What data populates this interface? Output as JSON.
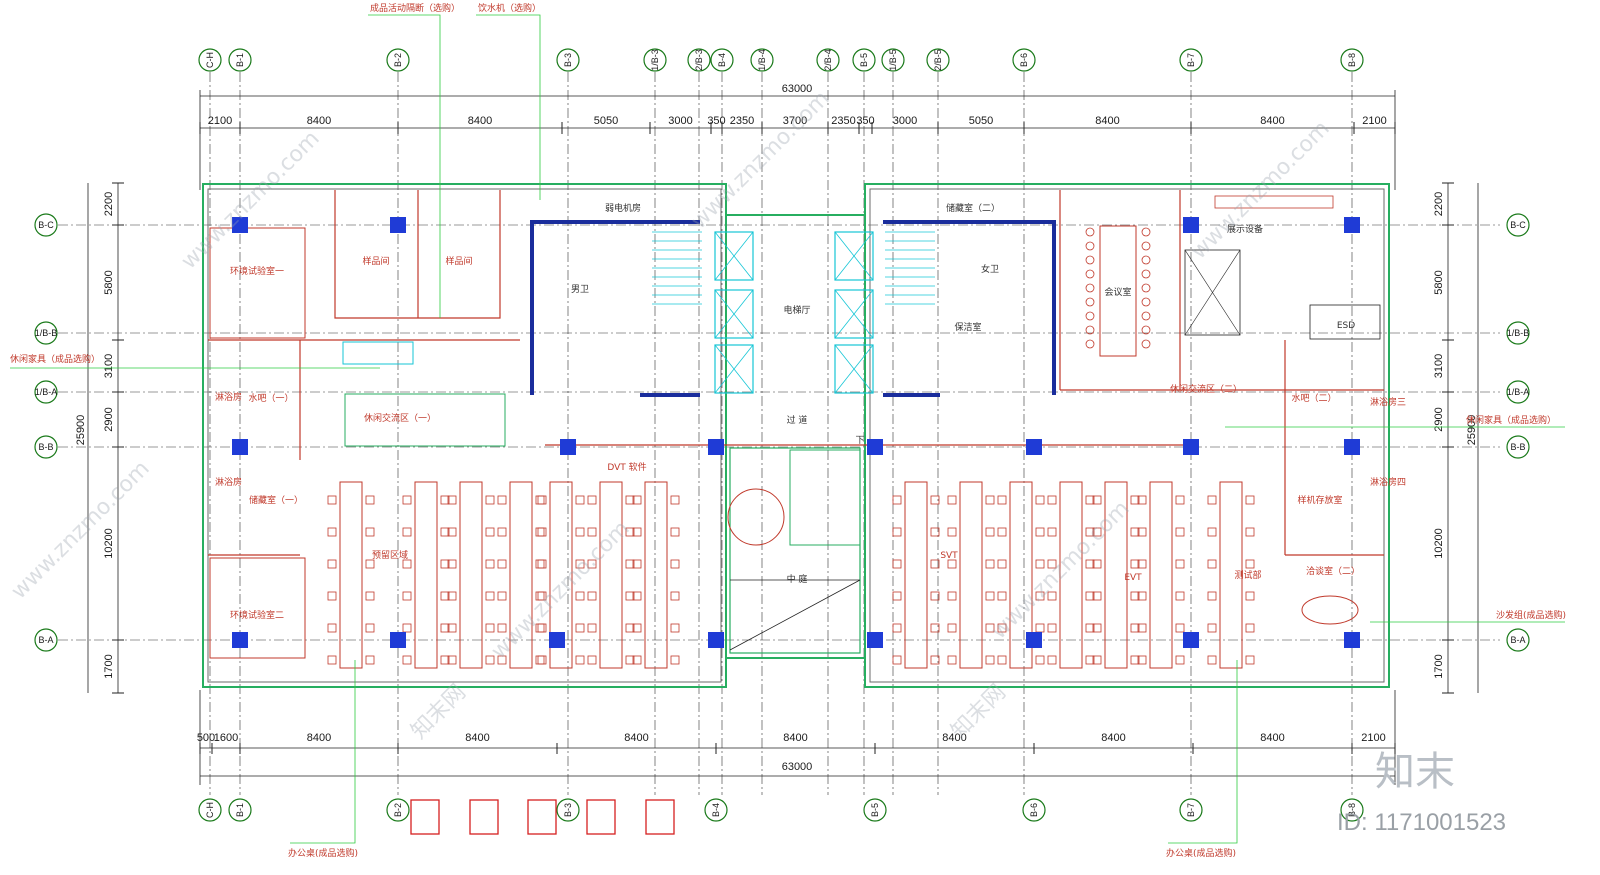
{
  "dims": {
    "total_top": "63000",
    "total_bottom": "63000",
    "total_left": "25900",
    "total_right": "25900",
    "top": [
      "2100",
      "8400",
      "8400",
      "5050",
      "3000",
      "350",
      "2350",
      "3700",
      "2350",
      "350",
      "3000",
      "5050",
      "8400",
      "8400",
      "2100"
    ],
    "bottom": [
      "500",
      "1600",
      "8400",
      "8400",
      "8400",
      "8400",
      "8400",
      "8400",
      "8400",
      "2100"
    ],
    "left": [
      "2200",
      "5800",
      "3100",
      "2900",
      "10200",
      "1700"
    ],
    "right": [
      "2200",
      "5800",
      "3100",
      "2900",
      "10200",
      "1700"
    ]
  },
  "axes": {
    "top": [
      "C-H",
      "B-1",
      "B-2",
      "B-3",
      "1/B-3",
      "2/B-3",
      "B-4",
      "1/B-4",
      "2/B-4",
      "B-5",
      "1/B-5",
      "2/B-5",
      "B-6",
      "B-7",
      "B-8"
    ],
    "bottom": [
      "C-H",
      "B-1",
      "B-2",
      "B-3",
      "B-4",
      "B-5",
      "B-6",
      "B-7",
      "B-8"
    ],
    "left": [
      "B-C",
      "1/B-B",
      "1/B-A",
      "B-B",
      "B-A"
    ],
    "right": [
      "B-C",
      "1/B-B",
      "1/B-A",
      "B-B",
      "B-A"
    ]
  },
  "rooms": {
    "env_test_1": "环境试验室一",
    "sample_1": "样品间",
    "sample_2": "样品间",
    "power_room": "弱电机房",
    "storage_2": "储藏室（二）",
    "male_wc": "男卫",
    "female_wc": "女卫",
    "cleaning": "保洁室",
    "elevator_hall": "电梯厅",
    "meeting": "会议室",
    "display": "展示设备",
    "water_bar_1": "水吧（一）",
    "water_bar_2": "水吧（二）",
    "leisure_1": "休闲交流区（一）",
    "leisure_2": "休闲交流区（二）",
    "corridor": "过 道",
    "shower_1": "淋浴房",
    "shower_2": "淋浴房",
    "shower_3": "淋浴房三",
    "shower_4": "淋浴房四",
    "storage_1": "储藏室（一）",
    "dvt": "DVT\n软件",
    "finance": "预留区域",
    "courtyard": "中 庭",
    "svt": "SVT",
    "evt": "EVT",
    "test_dept": "测试部",
    "sample_storage": "样机存放室",
    "negotiation_2": "洽谈室（二）",
    "env_test_2": "环境试验室二",
    "esd": "ESD",
    "down": "下"
  },
  "notes": {
    "partition": "成品活动隔断（选购）",
    "water_dispenser": "饮水机（选购）",
    "leisure_left": "休闲家具（成品选购）",
    "leisure_right": "休闲家具（成品选购）",
    "sofa": "沙发组(成品选购)",
    "desk_left": "办公桌(成品选购)",
    "desk_right": "办公桌(成品选购)"
  },
  "watermark": {
    "site": "www.znzmo.com",
    "brand": "知末网",
    "logo": "知末",
    "id": "ID: 1171001523"
  },
  "colors": {
    "wall": "#c0392b",
    "outer": "#27ae60",
    "column": "#1f3bd6",
    "elevator": "#16c6d6",
    "furniture": "#c0392b",
    "dim_line": "#222222",
    "note_line": "#2ecc40"
  }
}
